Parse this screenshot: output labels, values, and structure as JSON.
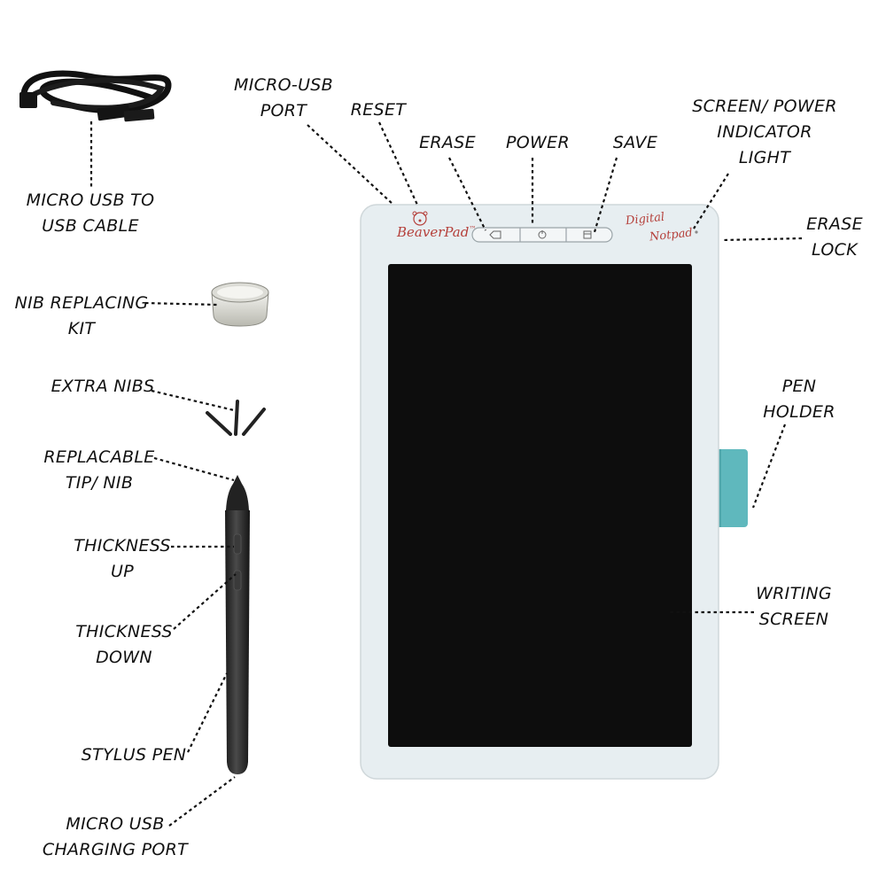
{
  "device": {
    "brand": "BeaverPad",
    "brand_mark": "™",
    "tagline_line1": "Digital",
    "tagline_line2": "Notpad"
  },
  "labels": {
    "micro_usb_port": [
      "MICRO-USB",
      "PORT"
    ],
    "reset": [
      "RESET"
    ],
    "erase": [
      "ERASE"
    ],
    "power": [
      "POWER"
    ],
    "save": [
      "SAVE"
    ],
    "indicator": [
      "SCREEN/ POWER",
      "INDICATOR",
      "LIGHT"
    ],
    "erase_lock": [
      "ERASE",
      "LOCK"
    ],
    "pen_holder": [
      "PEN",
      "HOLDER"
    ],
    "writing_screen": [
      "WRITING",
      "SCREEN"
    ],
    "cable": [
      "MICRO USB TO",
      "USB CABLE"
    ],
    "nib_kit": [
      "NIB REPLACING",
      "KIT"
    ],
    "extra_nibs": [
      "EXTRA NIBS"
    ],
    "tip": [
      "REPLACABLE",
      "TIP/ NIB"
    ],
    "thickness_up": [
      "THICKNESS",
      "UP"
    ],
    "thickness_down": [
      "THICKNESS",
      "DOWN"
    ],
    "stylus": [
      "STYLUS PEN"
    ],
    "charging_port": [
      "MICRO USB",
      "CHARGING PORT"
    ]
  },
  "colors": {
    "body": "#e7eef1",
    "screen": "#0d0d0d",
    "pen_holder": "#5fb8bd",
    "brand": "#b5403b"
  }
}
